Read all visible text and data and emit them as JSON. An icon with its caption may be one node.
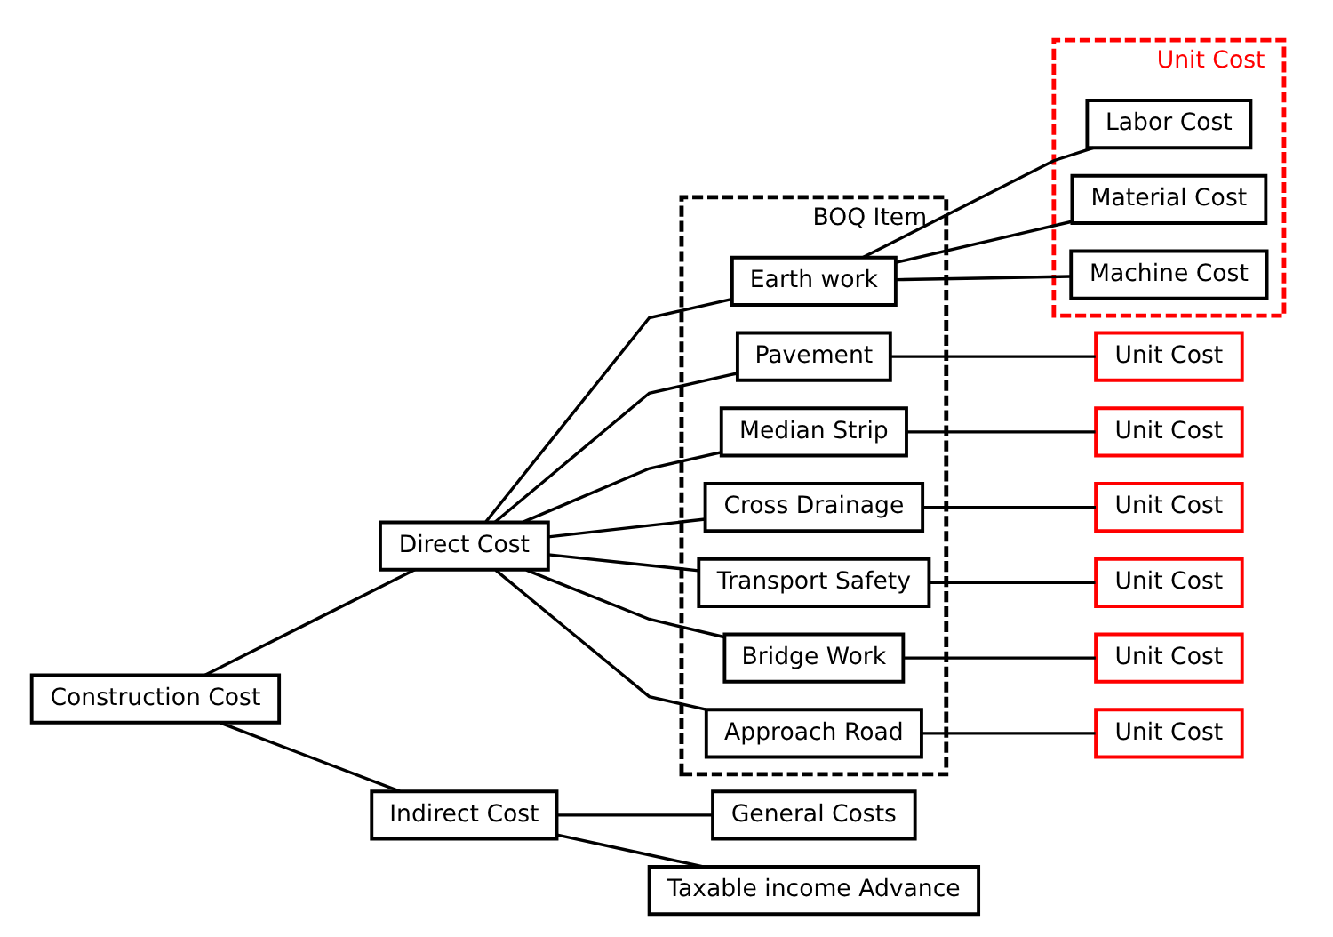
{
  "diagram": {
    "nodes": [
      {
        "text": [
          "Construction Cost"
        ]
      },
      {
        "text": [
          "Direct Cost"
        ]
      },
      {
        "text": [
          "Indirect Cost"
        ]
      },
      {
        "text": [
          "BOQ Item"
        ]
      },
      {
        "text": [
          "Earth work"
        ],
        "in": 3
      },
      {
        "text": [
          "Pavement"
        ],
        "in": 3
      },
      {
        "text": [
          "Median Strip"
        ],
        "in": 3
      },
      {
        "text": [
          "Cross Drainage"
        ],
        "in": 3
      },
      {
        "text": [
          "Transport Safety"
        ],
        "in": 3
      },
      {
        "text": [
          "Bridge Work"
        ],
        "in": 3
      },
      {
        "text": [
          "Approach Road"
        ],
        "in": 3
      },
      {
        "text": [
          "Unit Cost"
        ]
      },
      {
        "text": [
          "Labor Cost"
        ],
        "in": 11
      },
      {
        "text": [
          "Material Cost"
        ],
        "in": 11
      },
      {
        "text": [
          "Machine Cost"
        ],
        "in": 11
      },
      {
        "text": [
          "Unit Cost"
        ]
      },
      {
        "text": [
          "Unit Cost"
        ]
      },
      {
        "text": [
          "Unit Cost"
        ]
      },
      {
        "text": [
          "Unit Cost"
        ]
      },
      {
        "text": [
          "Unit Cost"
        ]
      },
      {
        "text": [
          "Unit Cost"
        ]
      },
      {
        "text": [
          "General Costs"
        ]
      },
      {
        "text": [
          "Taxable income Advance"
        ]
      }
    ],
    "edges": [
      {
        "from": 0,
        "to": 1,
        "arrow": "none"
      },
      {
        "from": 0,
        "to": 2,
        "arrow": "none"
      },
      {
        "from": 1,
        "to": 4,
        "arrow": "none"
      },
      {
        "from": 1,
        "to": 5,
        "arrow": "none"
      },
      {
        "from": 1,
        "to": 6,
        "arrow": "none"
      },
      {
        "from": 1,
        "to": 7,
        "arrow": "none"
      },
      {
        "from": 1,
        "to": 8,
        "arrow": "none"
      },
      {
        "from": 1,
        "to": 9,
        "arrow": "none"
      },
      {
        "from": 1,
        "to": 10,
        "arrow": "none"
      },
      {
        "from": 4,
        "to": 12,
        "arrow": "none"
      },
      {
        "from": 4,
        "to": 13,
        "arrow": "none"
      },
      {
        "from": 4,
        "to": 14,
        "arrow": "none"
      },
      {
        "from": 5,
        "to": 15,
        "arrow": "none"
      },
      {
        "from": 6,
        "to": 16,
        "arrow": "none"
      },
      {
        "from": 7,
        "to": 17,
        "arrow": "none"
      },
      {
        "from": 8,
        "to": 18,
        "arrow": "none"
      },
      {
        "from": 9,
        "to": 19,
        "arrow": "none"
      },
      {
        "from": 10,
        "to": 20,
        "arrow": "none"
      },
      {
        "from": 2,
        "to": 21,
        "arrow": "none"
      },
      {
        "from": 2,
        "to": 22,
        "arrow": "none"
      }
    ]
  }
}
